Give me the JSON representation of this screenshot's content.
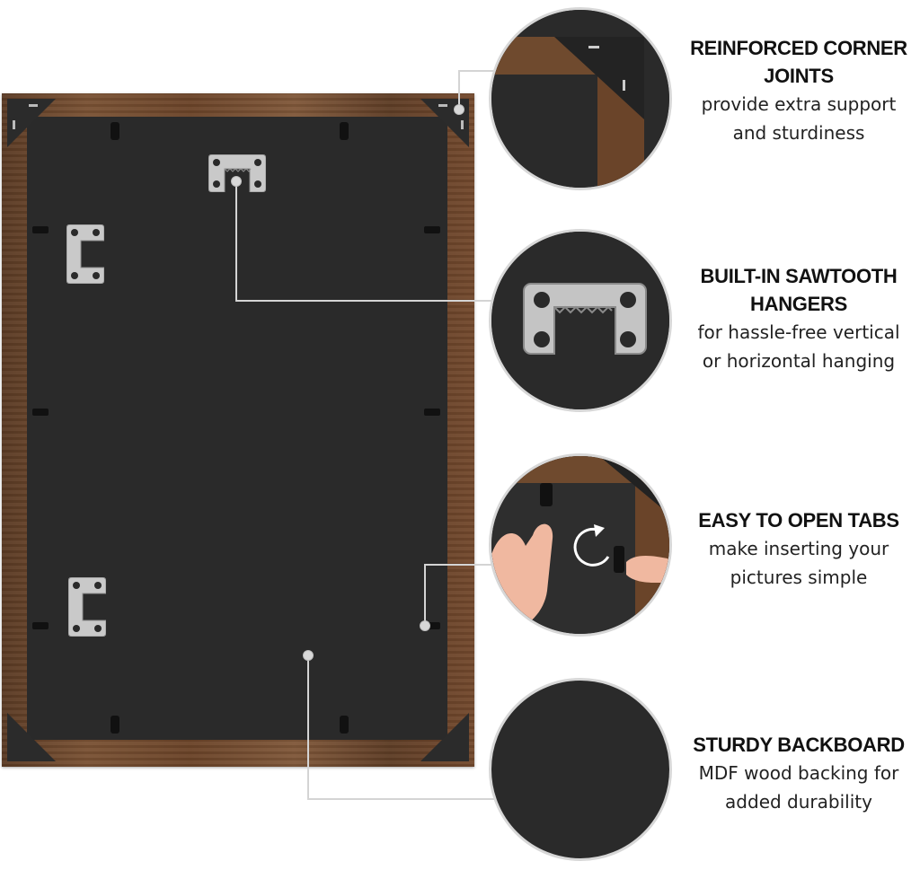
{
  "features": [
    {
      "title_line1": "REINFORCED CORNER",
      "title_line2": "JOINTS",
      "desc_line1": "provide extra support",
      "desc_line2": "and sturdiness"
    },
    {
      "title_line1": "BUILT-IN SAWTOOTH",
      "title_line2": "HANGERS",
      "desc_line1": "for hassle-free vertical",
      "desc_line2": "or horizontal hanging"
    },
    {
      "title_line1": "EASY TO OPEN TABS",
      "title_line2": "",
      "desc_line1": "make inserting your",
      "desc_line2": "pictures simple"
    },
    {
      "title_line1": "STURDY BACKBOARD",
      "title_line2": "",
      "desc_line1": "MDF wood backing for",
      "desc_line2": "added durability"
    }
  ],
  "colors": {
    "frame_wood": "#6b4429",
    "backboard": "#2a2a2a",
    "hardware": "#c9c9c9",
    "leader_line": "#d4d4d4"
  },
  "icons": {
    "rotate": "rotate-arrow-icon",
    "hand": "hand-icon"
  }
}
